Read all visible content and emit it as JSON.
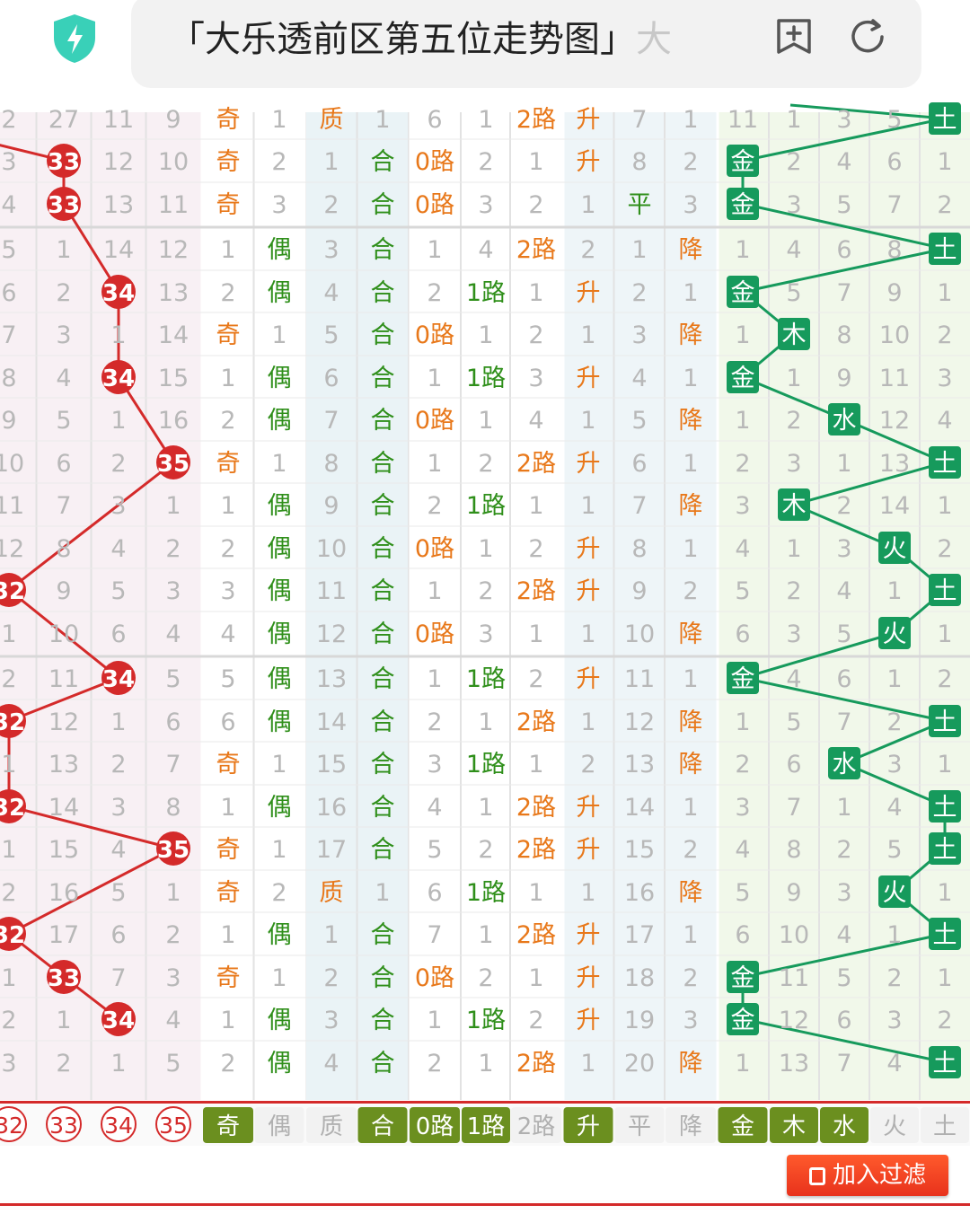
{
  "url_bar": {
    "title": "「大乐透前区第五位走势图」",
    "title_overflow": "大"
  },
  "colors": {
    "red_ball": "#d42a2a",
    "green_tile": "#169a5c",
    "orange_text": "#e8781a",
    "green_text": "#2f8f1a",
    "grey_text": "#b8b8b8",
    "olive_filter": "#6b8f1f"
  },
  "table": {
    "group_a_headers": [
      "32",
      "33",
      "34",
      "35"
    ],
    "group_b_headers": [
      "奇",
      "偶",
      "质",
      "合",
      "0路",
      "1路",
      "2路",
      "升",
      "平",
      "降",
      "金",
      "木",
      "水",
      "火",
      "土"
    ],
    "group_b_active": [
      true,
      false,
      false,
      true,
      true,
      true,
      false,
      true,
      false,
      false,
      true,
      true,
      true,
      false,
      false
    ],
    "rows": [
      {
        "a": [
          "2",
          "27",
          "11",
          "9"
        ],
        "b": [
          "奇",
          "1",
          "质",
          "1",
          "6",
          "1",
          "2路",
          "升",
          "7",
          "1",
          "11",
          "1",
          "3",
          "5",
          "土"
        ]
      },
      {
        "a": [
          "3",
          "33",
          "12",
          "10"
        ],
        "b": [
          "奇",
          "2",
          "1",
          "合",
          "0路",
          "2",
          "1",
          "升",
          "8",
          "2",
          "金",
          "2",
          "4",
          "6",
          "1"
        ]
      },
      {
        "a": [
          "4",
          "33",
          "13",
          "11"
        ],
        "b": [
          "奇",
          "3",
          "2",
          "合",
          "0路",
          "3",
          "2",
          "1",
          "平",
          "3",
          "金",
          "3",
          "5",
          "7",
          "2"
        ]
      },
      {
        "a": [
          "5",
          "1",
          "14",
          "12"
        ],
        "b": [
          "1",
          "偶",
          "3",
          "合",
          "1",
          "4",
          "2路",
          "2",
          "1",
          "降",
          "1",
          "4",
          "6",
          "8",
          "土"
        ]
      },
      {
        "a": [
          "6",
          "2",
          "34",
          "13"
        ],
        "b": [
          "2",
          "偶",
          "4",
          "合",
          "2",
          "1路",
          "1",
          "升",
          "2",
          "1",
          "金",
          "5",
          "7",
          "9",
          "1"
        ]
      },
      {
        "a": [
          "7",
          "3",
          "1",
          "14"
        ],
        "b": [
          "奇",
          "1",
          "5",
          "合",
          "0路",
          "1",
          "2",
          "1",
          "3",
          "降",
          "1",
          "木",
          "8",
          "10",
          "2"
        ]
      },
      {
        "a": [
          "8",
          "4",
          "34",
          "15"
        ],
        "b": [
          "1",
          "偶",
          "6",
          "合",
          "1",
          "1路",
          "3",
          "升",
          "4",
          "1",
          "金",
          "1",
          "9",
          "11",
          "3"
        ]
      },
      {
        "a": [
          "9",
          "5",
          "1",
          "16"
        ],
        "b": [
          "2",
          "偶",
          "7",
          "合",
          "0路",
          "1",
          "4",
          "1",
          "5",
          "降",
          "1",
          "2",
          "水",
          "12",
          "4"
        ]
      },
      {
        "a": [
          "10",
          "6",
          "2",
          "35"
        ],
        "b": [
          "奇",
          "1",
          "8",
          "合",
          "1",
          "2",
          "2路",
          "升",
          "6",
          "1",
          "2",
          "3",
          "1",
          "13",
          "土"
        ]
      },
      {
        "a": [
          "11",
          "7",
          "3",
          "1"
        ],
        "b": [
          "1",
          "偶",
          "9",
          "合",
          "2",
          "1路",
          "1",
          "1",
          "7",
          "降",
          "3",
          "木",
          "2",
          "14",
          "1"
        ]
      },
      {
        "a": [
          "12",
          "8",
          "4",
          "2"
        ],
        "b": [
          "2",
          "偶",
          "10",
          "合",
          "0路",
          "1",
          "2",
          "升",
          "8",
          "1",
          "4",
          "1",
          "3",
          "火",
          "2"
        ]
      },
      {
        "a": [
          "32",
          "9",
          "5",
          "3"
        ],
        "b": [
          "3",
          "偶",
          "11",
          "合",
          "1",
          "2",
          "2路",
          "升",
          "9",
          "2",
          "5",
          "2",
          "4",
          "1",
          "土"
        ]
      },
      {
        "a": [
          "1",
          "10",
          "6",
          "4"
        ],
        "b": [
          "4",
          "偶",
          "12",
          "合",
          "0路",
          "3",
          "1",
          "1",
          "10",
          "降",
          "6",
          "3",
          "5",
          "火",
          "1"
        ]
      },
      {
        "a": [
          "2",
          "11",
          "34",
          "5"
        ],
        "b": [
          "5",
          "偶",
          "13",
          "合",
          "1",
          "1路",
          "2",
          "升",
          "11",
          "1",
          "金",
          "4",
          "6",
          "1",
          "2"
        ]
      },
      {
        "a": [
          "32",
          "12",
          "1",
          "6"
        ],
        "b": [
          "6",
          "偶",
          "14",
          "合",
          "2",
          "1",
          "2路",
          "1",
          "12",
          "降",
          "1",
          "5",
          "7",
          "2",
          "土"
        ]
      },
      {
        "a": [
          "1",
          "13",
          "2",
          "7"
        ],
        "b": [
          "奇",
          "1",
          "15",
          "合",
          "3",
          "1路",
          "1",
          "2",
          "13",
          "降",
          "2",
          "6",
          "水",
          "3",
          "1"
        ]
      },
      {
        "a": [
          "32",
          "14",
          "3",
          "8"
        ],
        "b": [
          "1",
          "偶",
          "16",
          "合",
          "4",
          "1",
          "2路",
          "升",
          "14",
          "1",
          "3",
          "7",
          "1",
          "4",
          "土"
        ]
      },
      {
        "a": [
          "1",
          "15",
          "4",
          "35"
        ],
        "b": [
          "奇",
          "1",
          "17",
          "合",
          "5",
          "2",
          "2路",
          "升",
          "15",
          "2",
          "4",
          "8",
          "2",
          "5",
          "土"
        ]
      },
      {
        "a": [
          "2",
          "16",
          "5",
          "1"
        ],
        "b": [
          "奇",
          "2",
          "质",
          "1",
          "6",
          "1路",
          "1",
          "1",
          "16",
          "降",
          "5",
          "9",
          "3",
          "火",
          "1"
        ]
      },
      {
        "a": [
          "32",
          "17",
          "6",
          "2"
        ],
        "b": [
          "1",
          "偶",
          "1",
          "合",
          "7",
          "1",
          "2路",
          "升",
          "17",
          "1",
          "6",
          "10",
          "4",
          "1",
          "土"
        ]
      },
      {
        "a": [
          "1",
          "33",
          "7",
          "3"
        ],
        "b": [
          "奇",
          "1",
          "2",
          "合",
          "0路",
          "2",
          "1",
          "升",
          "18",
          "2",
          "金",
          "11",
          "5",
          "2",
          "1"
        ]
      },
      {
        "a": [
          "2",
          "1",
          "34",
          "4"
        ],
        "b": [
          "1",
          "偶",
          "3",
          "合",
          "1",
          "1路",
          "2",
          "升",
          "19",
          "3",
          "金",
          "12",
          "6",
          "3",
          "2"
        ]
      },
      {
        "a": [
          "3",
          "2",
          "1",
          "5"
        ],
        "b": [
          "2",
          "偶",
          "4",
          "合",
          "2",
          "1",
          "2路",
          "1",
          "20",
          "降",
          "1",
          "13",
          "7",
          "4",
          "土"
        ]
      }
    ]
  },
  "filter_button": {
    "label": "加入过滤"
  }
}
